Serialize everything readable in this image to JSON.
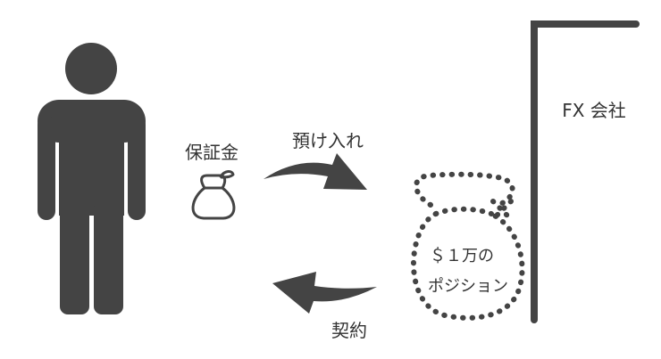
{
  "labels": {
    "deposit": "保証金",
    "deposit_action": "預け入れ",
    "contract": "契約",
    "position_line1": "＄１万の",
    "position_line2": "ポジション",
    "company": "FX 会社"
  },
  "icons": {
    "customer": "person-icon",
    "deposit": "money-bag-icon",
    "position": "dotted-money-bag-icon",
    "deposit_flow": "arrow-right-icon",
    "contract_flow": "arrow-left-icon"
  },
  "colors": {
    "ink": "#444444",
    "background": "#ffffff"
  }
}
